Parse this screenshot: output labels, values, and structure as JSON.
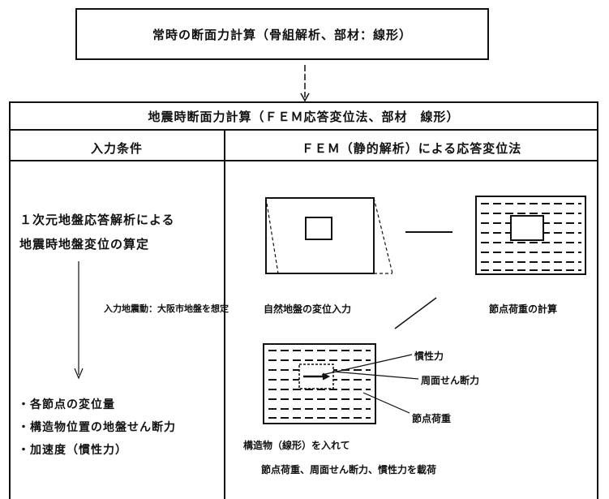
{
  "top_box": {
    "label": "常時の断面力計算（骨組解析、部材：線形）"
  },
  "main": {
    "title": "地震時断面力計算（ＦＥＭ応答変位法、部材　線形）",
    "left_header": "入力条件",
    "right_header": "ＦＥＭ（静的解析）による応答変位法"
  },
  "left": {
    "line1": "１次元地盤応答解析による",
    "line2": "地震時地盤変位の算定",
    "input_motion": "入力地震動：大阪市地盤を想定",
    "outputs": [
      "・各節点の変位量",
      "・構造物位置の地盤せん断力",
      "・加速度（慣性力）"
    ]
  },
  "right": {
    "caption_ground": "自然地盤の変位入力",
    "caption_nodal": "節点荷重の計算",
    "label_inertia": "慣性力",
    "label_shear": "周面せん断力",
    "label_nodal": "節点荷重",
    "note_line1": "構造物（線形）を入れて",
    "note_line2": "節点荷重、周面せん断力、慣性力を載荷"
  }
}
